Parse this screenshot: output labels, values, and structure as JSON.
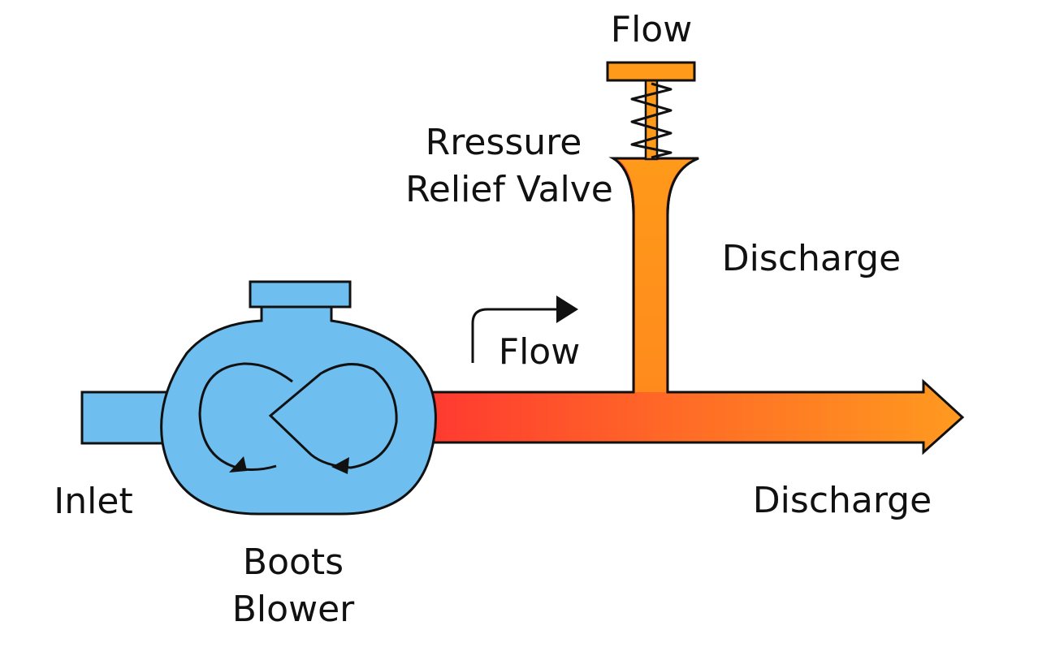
{
  "labels": {
    "flow_top": "Flow",
    "valve_line1": "Rressure",
    "valve_line2": "Relief Valve",
    "discharge_vertical": "Discharge",
    "flow_mid": "Flow",
    "inlet": "Inlet",
    "discharge_main": "Discharge",
    "blower_line1": "Boots",
    "blower_line2": "Blower"
  },
  "colors": {
    "blower_fill": "#6fbef0",
    "outline": "#111111",
    "gradient_start": "#ff3b30",
    "gradient_mid": "#ff6a26",
    "gradient_end": "#ff9a1f",
    "valve_fill": "#ff9a1a",
    "background": "#ffffff"
  },
  "icons": {
    "flow_arrow": "curved-arrow-right-icon",
    "rotation_arrows": "rotation-arrow-icon"
  }
}
